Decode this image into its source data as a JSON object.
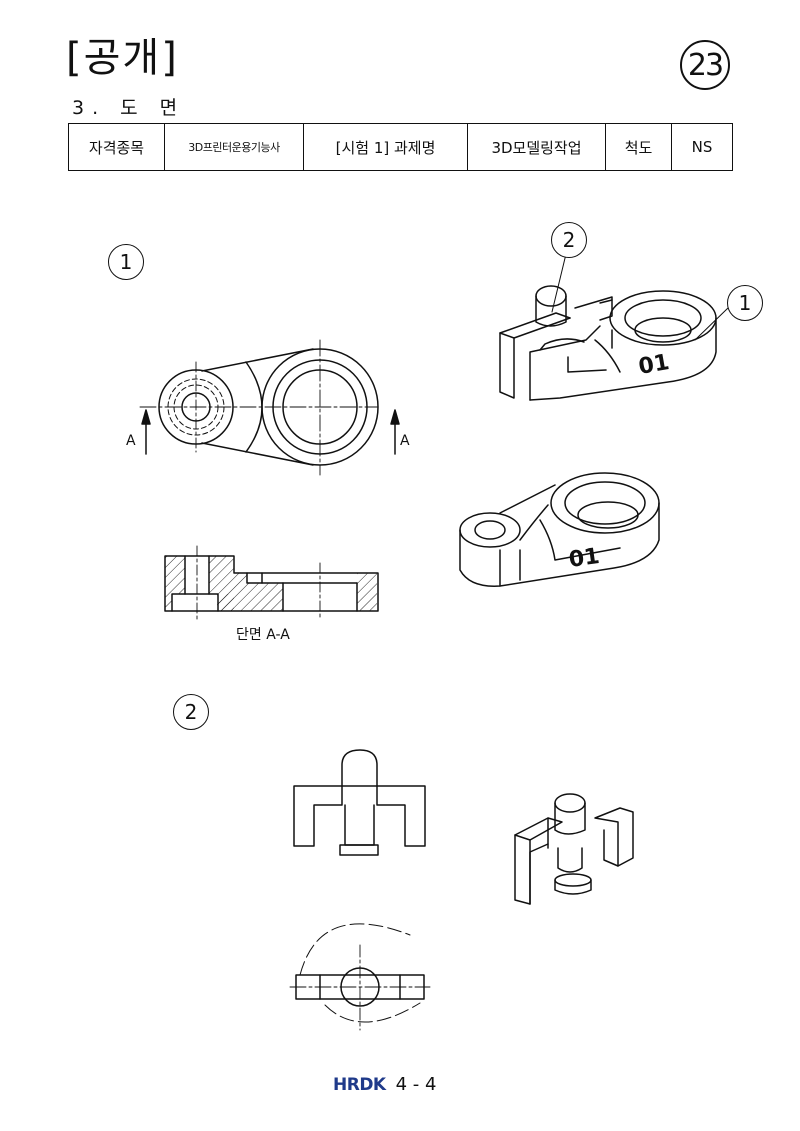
{
  "header": {
    "title": "[공개]",
    "subtitle": "3. 도 면",
    "badge": "23"
  },
  "info_table": {
    "label_subject": "자격종목",
    "subject": "3D프린터운용기능사",
    "label_task": "[시험 1] 과제명",
    "task": "3D모델링작업",
    "label_scale": "척도",
    "scale": "NS"
  },
  "part1": {
    "circle_label": "1",
    "section_mark_left": "A",
    "section_mark_right": "A",
    "section_caption": "단면 A-A",
    "iso_assembly_callout_2": "2",
    "iso_assembly_callout_1": "1",
    "engraved_text": "01"
  },
  "part2": {
    "circle_label": "2"
  },
  "footer": {
    "brand": "HRDK",
    "page": "4 - 4"
  }
}
